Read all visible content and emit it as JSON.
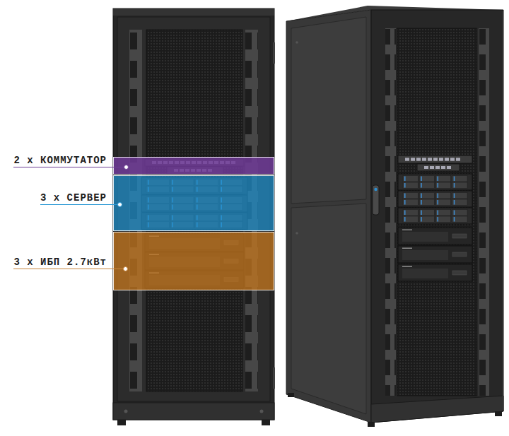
{
  "diagram": {
    "nodes": [
      {
        "text": [
          "2 x КОММУТАТОР"
        ]
      },
      {
        "text": [
          "3 x СЕРВЕР"
        ]
      },
      {
        "text": [
          "3 x ИБП 2.7кВт"
        ]
      }
    ]
  }
}
